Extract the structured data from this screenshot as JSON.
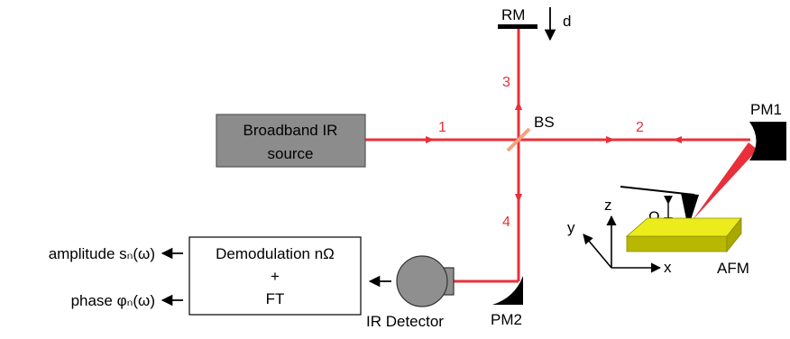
{
  "labels": {
    "rm": "RM",
    "d": "d",
    "bs": "BS",
    "pm1": "PM1",
    "pm2": "PM2",
    "afm": "AFM",
    "omega": "Ω",
    "axis_x": "x",
    "axis_y": "y",
    "axis_z": "z",
    "detector": "IR Detector"
  },
  "beam_labels": {
    "b1": "1",
    "b2": "2",
    "b3": "3",
    "b4": "4"
  },
  "source": {
    "line1": "Broadband IR",
    "line2": "source"
  },
  "processing": {
    "line1": "Demodulation nΩ",
    "line2": "+",
    "line3": "FT"
  },
  "outputs": {
    "amplitude": "amplitude sₙ(ω)",
    "phase": "phase φₙ(ω)"
  },
  "colors": {
    "beam": "#e8303a",
    "beam_label": "#e8303a",
    "source_fill": "#8c8c8c",
    "detector_fill": "#8f8f8f",
    "sample_top": "#ecec1c",
    "sample_side": "#b8b800",
    "splitter": "#f2a47e"
  }
}
